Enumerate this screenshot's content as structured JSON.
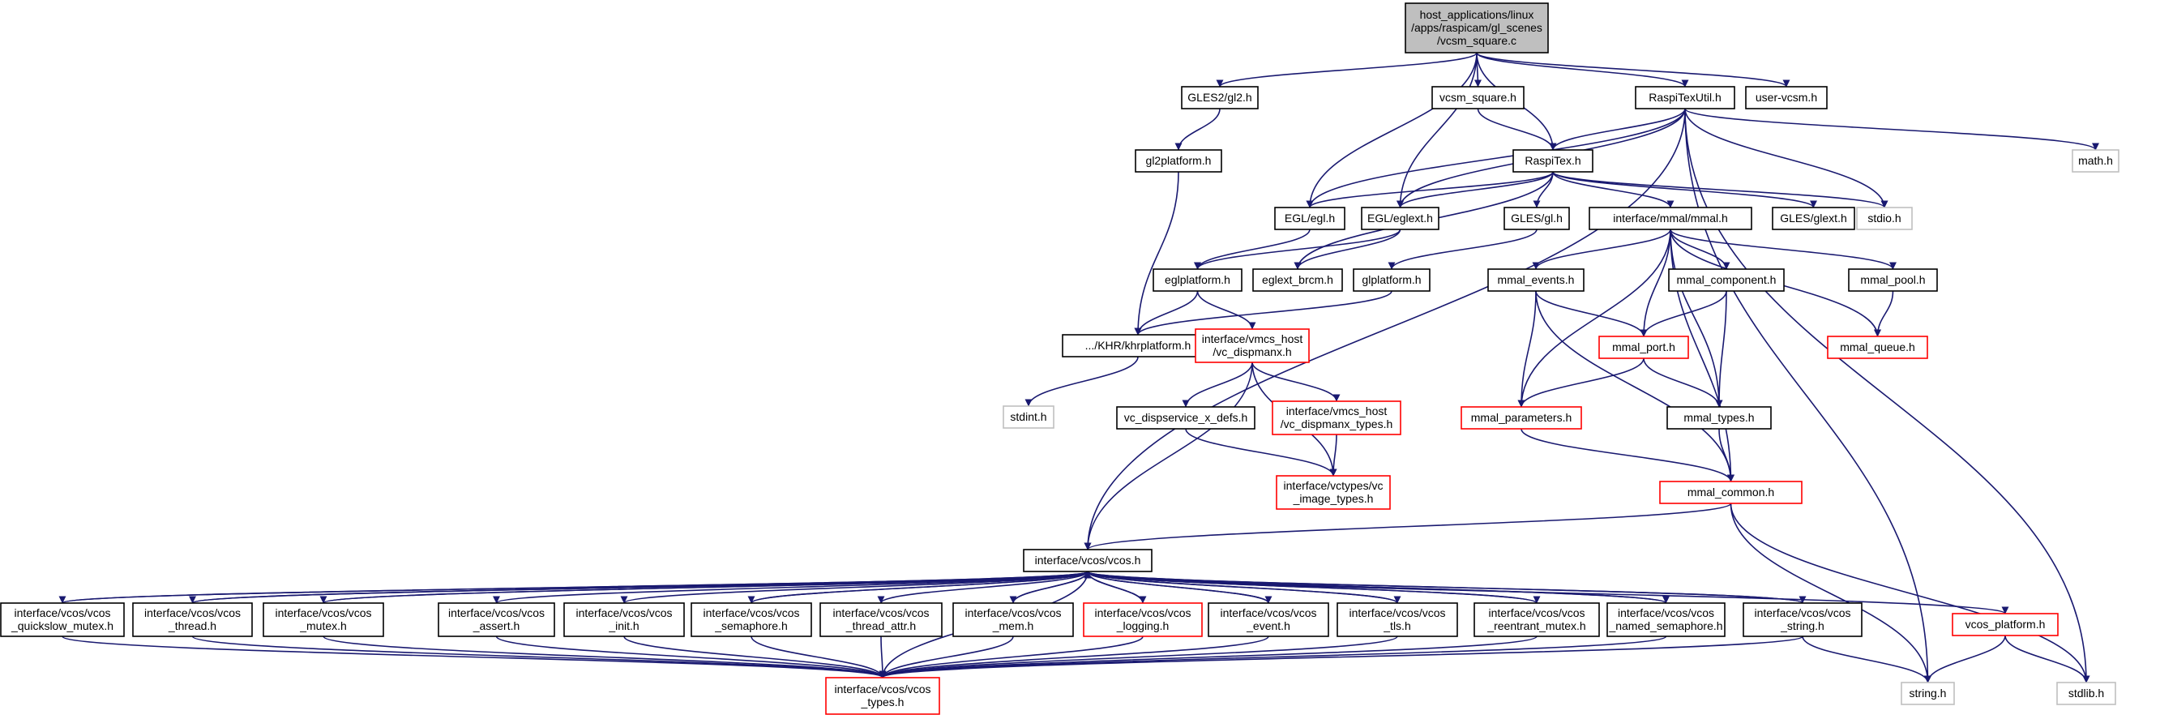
{
  "diagram": {
    "kind": "include-dependency-graph",
    "colors": {
      "edge": "#191970",
      "border_normal": "#000000",
      "border_unresolved": "#bfbfbf",
      "border_truncated": "#ff0000",
      "root_fill": "#bfbfbf",
      "fill": "#ffffff"
    },
    "nodes": [
      {
        "id": "root",
        "lines": [
          "host_applications/linux",
          "/apps/raspicam/gl_scenes",
          "/vcsm_square.c"
        ],
        "style": "root"
      },
      {
        "id": "gles2_gl2",
        "lines": [
          "GLES2/gl2.h"
        ],
        "style": "normal"
      },
      {
        "id": "vcsm_square_h",
        "lines": [
          "vcsm_square.h"
        ],
        "style": "normal"
      },
      {
        "id": "raspitexutil",
        "lines": [
          "RaspiTexUtil.h"
        ],
        "style": "normal"
      },
      {
        "id": "user_vcsm",
        "lines": [
          "user-vcsm.h"
        ],
        "style": "normal"
      },
      {
        "id": "gl2platform",
        "lines": [
          "gl2platform.h"
        ],
        "style": "normal"
      },
      {
        "id": "raspitex",
        "lines": [
          "RaspiTex.h"
        ],
        "style": "normal"
      },
      {
        "id": "math",
        "lines": [
          "math.h"
        ],
        "style": "unresolved"
      },
      {
        "id": "egl",
        "lines": [
          "EGL/egl.h"
        ],
        "style": "normal"
      },
      {
        "id": "eglext",
        "lines": [
          "EGL/eglext.h"
        ],
        "style": "normal"
      },
      {
        "id": "gles_gl",
        "lines": [
          "GLES/gl.h"
        ],
        "style": "normal"
      },
      {
        "id": "mmal",
        "lines": [
          "interface/mmal/mmal.h"
        ],
        "style": "normal"
      },
      {
        "id": "gles_glext",
        "lines": [
          "GLES/glext.h"
        ],
        "style": "normal"
      },
      {
        "id": "stdio",
        "lines": [
          "stdio.h"
        ],
        "style": "unresolved"
      },
      {
        "id": "eglplatform",
        "lines": [
          "eglplatform.h"
        ],
        "style": "normal"
      },
      {
        "id": "eglext_brcm",
        "lines": [
          "eglext_brcm.h"
        ],
        "style": "normal"
      },
      {
        "id": "glplatform",
        "lines": [
          "glplatform.h"
        ],
        "style": "normal"
      },
      {
        "id": "mmal_events",
        "lines": [
          "mmal_events.h"
        ],
        "style": "normal"
      },
      {
        "id": "mmal_component",
        "lines": [
          "mmal_component.h"
        ],
        "style": "normal"
      },
      {
        "id": "mmal_pool",
        "lines": [
          "mmal_pool.h"
        ],
        "style": "normal"
      },
      {
        "id": "khrplatform",
        "lines": [
          ".../KHR/khrplatform.h"
        ],
        "style": "normal"
      },
      {
        "id": "vc_dispmanx",
        "lines": [
          "interface/vmcs_host",
          "/vc_dispmanx.h"
        ],
        "style": "truncated"
      },
      {
        "id": "mmal_port",
        "lines": [
          "mmal_port.h"
        ],
        "style": "truncated"
      },
      {
        "id": "mmal_queue",
        "lines": [
          "mmal_queue.h"
        ],
        "style": "truncated"
      },
      {
        "id": "stdint",
        "lines": [
          "stdint.h"
        ],
        "style": "unresolved"
      },
      {
        "id": "vc_dispservice",
        "lines": [
          "vc_dispservice_x_defs.h"
        ],
        "style": "normal"
      },
      {
        "id": "vc_dispmanx_types",
        "lines": [
          "interface/vmcs_host",
          "/vc_dispmanx_types.h"
        ],
        "style": "truncated"
      },
      {
        "id": "mmal_parameters",
        "lines": [
          "mmal_parameters.h"
        ],
        "style": "truncated"
      },
      {
        "id": "mmal_types",
        "lines": [
          "mmal_types.h"
        ],
        "style": "normal"
      },
      {
        "id": "vc_image_types",
        "lines": [
          "interface/vctypes/vc",
          "_image_types.h"
        ],
        "style": "truncated"
      },
      {
        "id": "mmal_common",
        "lines": [
          "mmal_common.h"
        ],
        "style": "truncated"
      },
      {
        "id": "vcos",
        "lines": [
          "interface/vcos/vcos.h"
        ],
        "style": "normal"
      },
      {
        "id": "qs_mutex",
        "lines": [
          "interface/vcos/vcos",
          "_quickslow_mutex.h"
        ],
        "style": "normal"
      },
      {
        "id": "vthread",
        "lines": [
          "interface/vcos/vcos",
          "_thread.h"
        ],
        "style": "normal"
      },
      {
        "id": "vmutex",
        "lines": [
          "interface/vcos/vcos",
          "_mutex.h"
        ],
        "style": "normal"
      },
      {
        "id": "vassert",
        "lines": [
          "interface/vcos/vcos",
          "_assert.h"
        ],
        "style": "normal"
      },
      {
        "id": "vinit",
        "lines": [
          "interface/vcos/vcos",
          "_init.h"
        ],
        "style": "normal"
      },
      {
        "id": "vsema",
        "lines": [
          "interface/vcos/vcos",
          "_semaphore.h"
        ],
        "style": "normal"
      },
      {
        "id": "vthread_attr",
        "lines": [
          "interface/vcos/vcos",
          "_thread_attr.h"
        ],
        "style": "normal"
      },
      {
        "id": "vmem",
        "lines": [
          "interface/vcos/vcos",
          "_mem.h"
        ],
        "style": "normal"
      },
      {
        "id": "vlogging",
        "lines": [
          "interface/vcos/vcos",
          "_logging.h"
        ],
        "style": "truncated"
      },
      {
        "id": "vevent",
        "lines": [
          "interface/vcos/vcos",
          "_event.h"
        ],
        "style": "normal"
      },
      {
        "id": "vtls",
        "lines": [
          "interface/vcos/vcos",
          "_tls.h"
        ],
        "style": "normal"
      },
      {
        "id": "vreentrant",
        "lines": [
          "interface/vcos/vcos",
          "_reentrant_mutex.h"
        ],
        "style": "normal"
      },
      {
        "id": "vnamedsema",
        "lines": [
          "interface/vcos/vcos",
          "_named_semaphore.h"
        ],
        "style": "normal"
      },
      {
        "id": "vstring",
        "lines": [
          "interface/vcos/vcos",
          "_string.h"
        ],
        "style": "normal"
      },
      {
        "id": "vcos_platform",
        "lines": [
          "vcos_platform.h"
        ],
        "style": "truncated"
      },
      {
        "id": "vtypes",
        "lines": [
          "interface/vcos/vcos",
          "_types.h"
        ],
        "style": "truncated"
      },
      {
        "id": "string",
        "lines": [
          "string.h"
        ],
        "style": "unresolved"
      },
      {
        "id": "stdlib",
        "lines": [
          "stdlib.h"
        ],
        "style": "unresolved"
      }
    ],
    "edges": [
      [
        "root",
        "gles2_gl2"
      ],
      [
        "root",
        "vcsm_square_h"
      ],
      [
        "root",
        "raspitexutil"
      ],
      [
        "root",
        "user_vcsm"
      ],
      [
        "root",
        "raspitex"
      ],
      [
        "root",
        "egl"
      ],
      [
        "root",
        "eglext"
      ],
      [
        "gles2_gl2",
        "gl2platform"
      ],
      [
        "gl2platform",
        "khrplatform"
      ],
      [
        "vcsm_square_h",
        "raspitex"
      ],
      [
        "raspitexutil",
        "raspitex"
      ],
      [
        "raspitexutil",
        "egl"
      ],
      [
        "raspitexutil",
        "eglext"
      ],
      [
        "raspitexutil",
        "math"
      ],
      [
        "raspitexutil",
        "stdio"
      ],
      [
        "raspitexutil",
        "string"
      ],
      [
        "raspitexutil",
        "stdlib"
      ],
      [
        "raspitexutil",
        "vcos"
      ],
      [
        "raspitex",
        "egl"
      ],
      [
        "raspitex",
        "eglext"
      ],
      [
        "raspitex",
        "gles_gl"
      ],
      [
        "raspitex",
        "mmal"
      ],
      [
        "raspitex",
        "gles_glext"
      ],
      [
        "raspitex",
        "stdio"
      ],
      [
        "raspitex",
        "eglext_brcm"
      ],
      [
        "egl",
        "eglplatform"
      ],
      [
        "eglext",
        "eglplatform"
      ],
      [
        "eglext",
        "eglext_brcm"
      ],
      [
        "gles_gl",
        "glplatform"
      ],
      [
        "glplatform",
        "khrplatform"
      ],
      [
        "eglplatform",
        "khrplatform"
      ],
      [
        "eglplatform",
        "vc_dispmanx"
      ],
      [
        "khrplatform",
        "stdint"
      ],
      [
        "vc_dispmanx",
        "vc_dispservice"
      ],
      [
        "vc_dispmanx",
        "vc_dispmanx_types"
      ],
      [
        "vc_dispmanx",
        "vc_image_types"
      ],
      [
        "vc_dispmanx",
        "vcos"
      ],
      [
        "vc_dispservice",
        "vc_image_types"
      ],
      [
        "vc_dispmanx_types",
        "vc_image_types"
      ],
      [
        "mmal",
        "mmal_events"
      ],
      [
        "mmal",
        "mmal_component"
      ],
      [
        "mmal",
        "mmal_pool"
      ],
      [
        "mmal",
        "mmal_port"
      ],
      [
        "mmal",
        "mmal_queue"
      ],
      [
        "mmal",
        "mmal_parameters"
      ],
      [
        "mmal",
        "mmal_types"
      ],
      [
        "mmal",
        "mmal_common"
      ],
      [
        "mmal_events",
        "mmal_port"
      ],
      [
        "mmal_events",
        "mmal_parameters"
      ],
      [
        "mmal_events",
        "mmal_common"
      ],
      [
        "mmal_component",
        "mmal_port"
      ],
      [
        "mmal_component",
        "mmal_types"
      ],
      [
        "mmal_pool",
        "mmal_queue"
      ],
      [
        "mmal_port",
        "mmal_parameters"
      ],
      [
        "mmal_port",
        "mmal_types"
      ],
      [
        "mmal_parameters",
        "mmal_common"
      ],
      [
        "mmal_types",
        "mmal_common"
      ],
      [
        "mmal_common",
        "vcos"
      ],
      [
        "mmal_common",
        "string"
      ],
      [
        "mmal_common",
        "stdlib"
      ],
      [
        "vcos",
        "vtypes"
      ],
      [
        "vcos",
        "vcos_platform"
      ],
      [
        "vcos",
        "qs_mutex"
      ],
      [
        "vcos",
        "vthread"
      ],
      [
        "vcos",
        "vmutex"
      ],
      [
        "vcos",
        "vassert"
      ],
      [
        "vcos",
        "vinit"
      ],
      [
        "vcos",
        "vsema"
      ],
      [
        "vcos",
        "vthread_attr"
      ],
      [
        "vcos",
        "vmem"
      ],
      [
        "vcos",
        "vlogging"
      ],
      [
        "vcos",
        "vevent"
      ],
      [
        "vcos",
        "vtls"
      ],
      [
        "vcos",
        "vreentrant"
      ],
      [
        "vcos",
        "vnamedsema"
      ],
      [
        "vcos",
        "vstring"
      ],
      [
        "qs_mutex",
        "vcos"
      ],
      [
        "vthread",
        "vcos"
      ],
      [
        "vmutex",
        "vcos"
      ],
      [
        "vsema",
        "vcos"
      ],
      [
        "vmem",
        "vcos"
      ],
      [
        "vlogging",
        "vcos"
      ],
      [
        "vevent",
        "vcos"
      ],
      [
        "vtls",
        "vcos"
      ],
      [
        "vreentrant",
        "vcos"
      ],
      [
        "vnamedsema",
        "vcos"
      ],
      [
        "vstring",
        "vcos"
      ],
      [
        "qs_mutex",
        "vtypes"
      ],
      [
        "vthread",
        "vtypes"
      ],
      [
        "vmutex",
        "vtypes"
      ],
      [
        "vassert",
        "vtypes"
      ],
      [
        "vinit",
        "vtypes"
      ],
      [
        "vsema",
        "vtypes"
      ],
      [
        "vthread_attr",
        "vtypes"
      ],
      [
        "vmem",
        "vtypes"
      ],
      [
        "vlogging",
        "vtypes"
      ],
      [
        "vevent",
        "vtypes"
      ],
      [
        "vtls",
        "vtypes"
      ],
      [
        "vreentrant",
        "vtypes"
      ],
      [
        "vnamedsema",
        "vtypes"
      ],
      [
        "vstring",
        "vtypes"
      ],
      [
        "vstring",
        "string"
      ],
      [
        "vcos_platform",
        "string"
      ],
      [
        "vcos_platform",
        "stdlib"
      ]
    ]
  }
}
